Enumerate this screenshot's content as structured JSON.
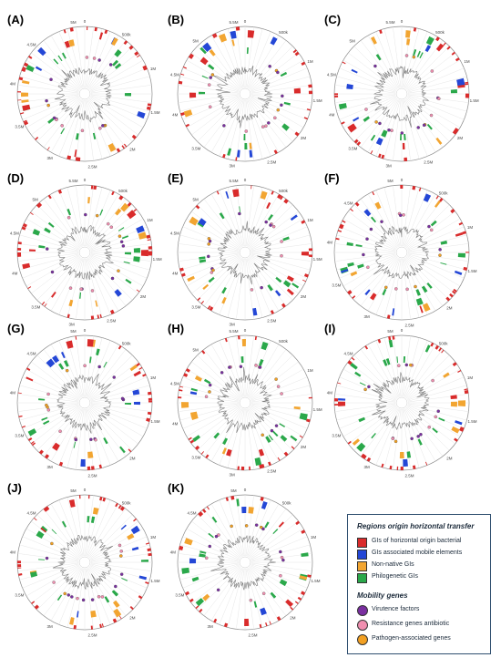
{
  "panels": [
    {
      "label": "(A)",
      "ticks": [
        "5M",
        "0",
        "500k",
        "1M",
        "1.5M",
        "2M",
        "2.5M",
        "3M",
        "3.5M",
        "4M",
        "4.5M"
      ]
    },
    {
      "label": "(B)",
      "ticks": [
        "5.5M",
        "0",
        "500k",
        "1M",
        "1.5M",
        "2M",
        "2.5M",
        "3M",
        "3.5M",
        "4M",
        "4.5M",
        "5M"
      ]
    },
    {
      "label": "(C)",
      "ticks": [
        "5.5M",
        "0",
        "500k",
        "1M",
        "1.5M",
        "2M",
        "2.5M",
        "3M",
        "3.5M",
        "4M",
        "4.5M",
        "5M"
      ]
    },
    {
      "label": "(D)",
      "ticks": [
        "5.5M",
        "0",
        "500k",
        "1M",
        "1.5M",
        "2M",
        "2.5M",
        "3M",
        "3.5M",
        "4M",
        "4.5M",
        "5M"
      ]
    },
    {
      "label": "(E)",
      "ticks": [
        "5.5M",
        "0",
        "500k",
        "1M",
        "1.5M",
        "2M",
        "2.5M",
        "3M",
        "3.5M",
        "4M",
        "4.5M",
        "5M"
      ]
    },
    {
      "label": "(F)",
      "ticks": [
        "5M",
        "0",
        "500k",
        "1M",
        "1.5M",
        "2M",
        "2.5M",
        "3M",
        "3.5M",
        "4M",
        "4.5M"
      ]
    },
    {
      "label": "(G)",
      "ticks": [
        "5M",
        "0",
        "500k",
        "1M",
        "1.5M",
        "2M",
        "2.5M",
        "3M",
        "3.5M",
        "4M",
        "4.5M"
      ]
    },
    {
      "label": "(H)",
      "ticks": [
        "5.5M",
        "0",
        "500k",
        "1M",
        "1.5M",
        "2M",
        "2.5M",
        "3M",
        "3.5M",
        "4M",
        "4.5M",
        "5M"
      ]
    },
    {
      "label": "(I)",
      "ticks": [
        "5M",
        "0",
        "500k",
        "1M",
        "1.5M",
        "2M",
        "2.5M",
        "3M",
        "3.5M",
        "4M",
        "4.5M"
      ]
    },
    {
      "label": "(J)",
      "ticks": [
        "5M",
        "0",
        "500k",
        "1M",
        "1.5M",
        "2M",
        "2.5M",
        "3M",
        "3.5M",
        "4M",
        "4.5M"
      ]
    },
    {
      "label": "(K)",
      "ticks": [
        "5M",
        "0",
        "500k",
        "1M",
        "1.5M",
        "2M",
        "2.5M",
        "3M",
        "3.5M",
        "4M",
        "4.5M"
      ]
    }
  ],
  "legend": {
    "section1_title": "Regions origin horizontal transfer",
    "items1": [
      {
        "label": "GIs of horizontal origin bacterial",
        "color": "#d92b2b"
      },
      {
        "label": "GIs associated mobile elements",
        "color": "#2447d6"
      },
      {
        "label": "Non-native GIs",
        "color": "#f2a531"
      },
      {
        "label": "Philogenetic GIs",
        "color": "#2aa84a"
      }
    ],
    "section2_title": "Mobility genes",
    "items2": [
      {
        "label": "Virutence factors",
        "color": "#7a2fa0"
      },
      {
        "label": "Resistance genes antibiotic",
        "color": "#f08fb0"
      },
      {
        "label": "Pathogen-associated genes",
        "color": "#f2a022"
      }
    ]
  }
}
